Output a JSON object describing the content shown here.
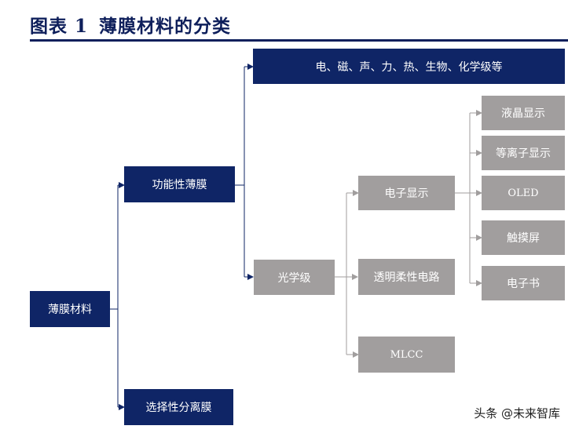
{
  "figure": {
    "label": "图表 1",
    "title": "薄膜材料的分类"
  },
  "nodes": {
    "root": "薄膜材料",
    "functional": "功能性薄膜",
    "selective": "选择性分离膜",
    "physical": "电、磁、声、力、热、生物、化学级等",
    "optical": "光学级",
    "display": "电子显示",
    "transparent_circuit": "透明柔性电路",
    "mlcc": "MLCC",
    "lcd": "液晶显示",
    "plasma": "等离子显示",
    "oled": "OLED",
    "touch": "触摸屏",
    "ebook": "电子书"
  },
  "watermark": "头条 @未来智库",
  "colors": {
    "navy": "#0f2566",
    "gray": "#a19e9e",
    "title": "#0e1f5b"
  }
}
